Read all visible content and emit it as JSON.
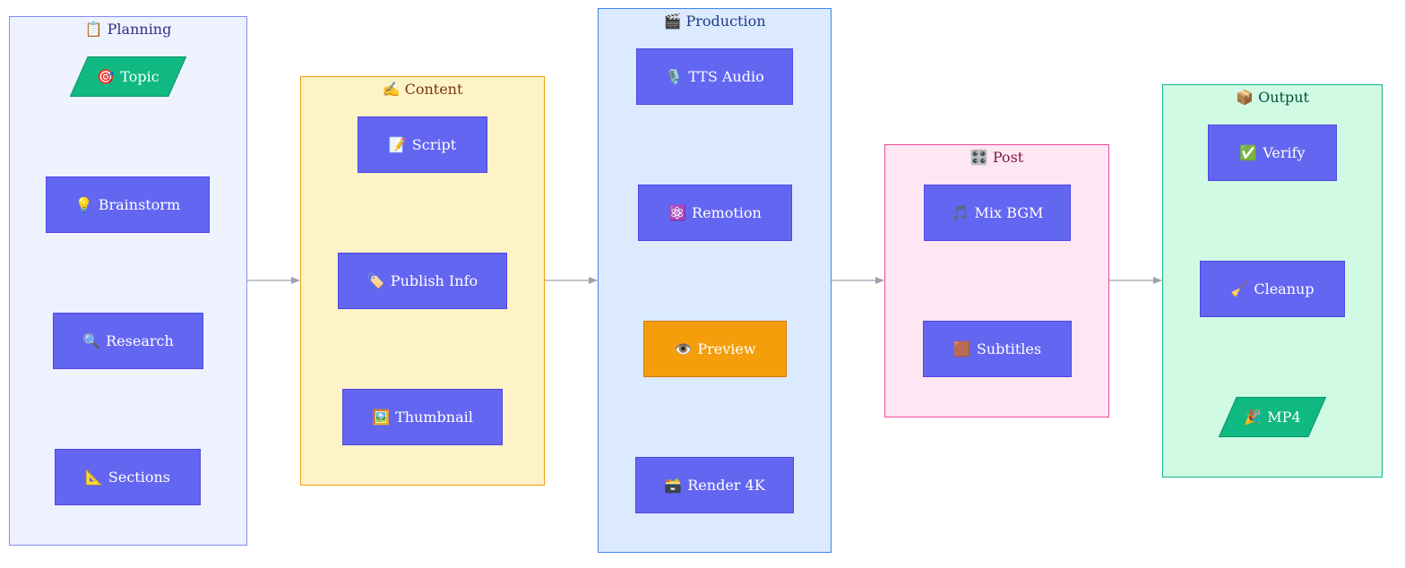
{
  "colors": {
    "node_fill": "#6366f1",
    "node_stroke": "#4f46e5",
    "io_fill": "#10b981",
    "highlight_fill": "#f59e0b",
    "edge": "#9ca3af"
  },
  "groups": {
    "planning": {
      "icon": "📋",
      "label": "Planning"
    },
    "content": {
      "icon": "✍️",
      "label": "Content"
    },
    "production": {
      "icon": "🎬",
      "label": "Production"
    },
    "post": {
      "icon": "🎛️",
      "label": "Post"
    },
    "output": {
      "icon": "📦",
      "label": "Output"
    }
  },
  "nodes": {
    "topic": {
      "icon": "🎯",
      "label": "Topic"
    },
    "brainstorm": {
      "icon": "💡",
      "label": "Brainstorm"
    },
    "research": {
      "icon": "🔍",
      "label": "Research"
    },
    "sections": {
      "icon": "📐",
      "label": "Sections"
    },
    "script": {
      "icon": "📝",
      "label": "Script"
    },
    "publish_info": {
      "icon": "🏷️",
      "label": "Publish Info"
    },
    "thumbnail": {
      "icon": "🖼️",
      "label": "Thumbnail"
    },
    "tts_audio": {
      "icon": "🎙️",
      "label": "TTS Audio"
    },
    "remotion": {
      "icon": "⚛️",
      "label": "Remotion"
    },
    "preview": {
      "icon": "👁️",
      "label": "Preview"
    },
    "render_4k": {
      "icon": "🗃️",
      "label": "Render 4K"
    },
    "mix_bgm": {
      "icon": "🎵",
      "label": "Mix BGM"
    },
    "subtitles": {
      "icon": "🟫",
      "label": "Subtitles"
    },
    "verify": {
      "icon": "✅",
      "label": "Verify"
    },
    "cleanup": {
      "icon": "🧹",
      "label": "Cleanup"
    },
    "mp4": {
      "icon": "🎉",
      "label": "MP4"
    }
  }
}
